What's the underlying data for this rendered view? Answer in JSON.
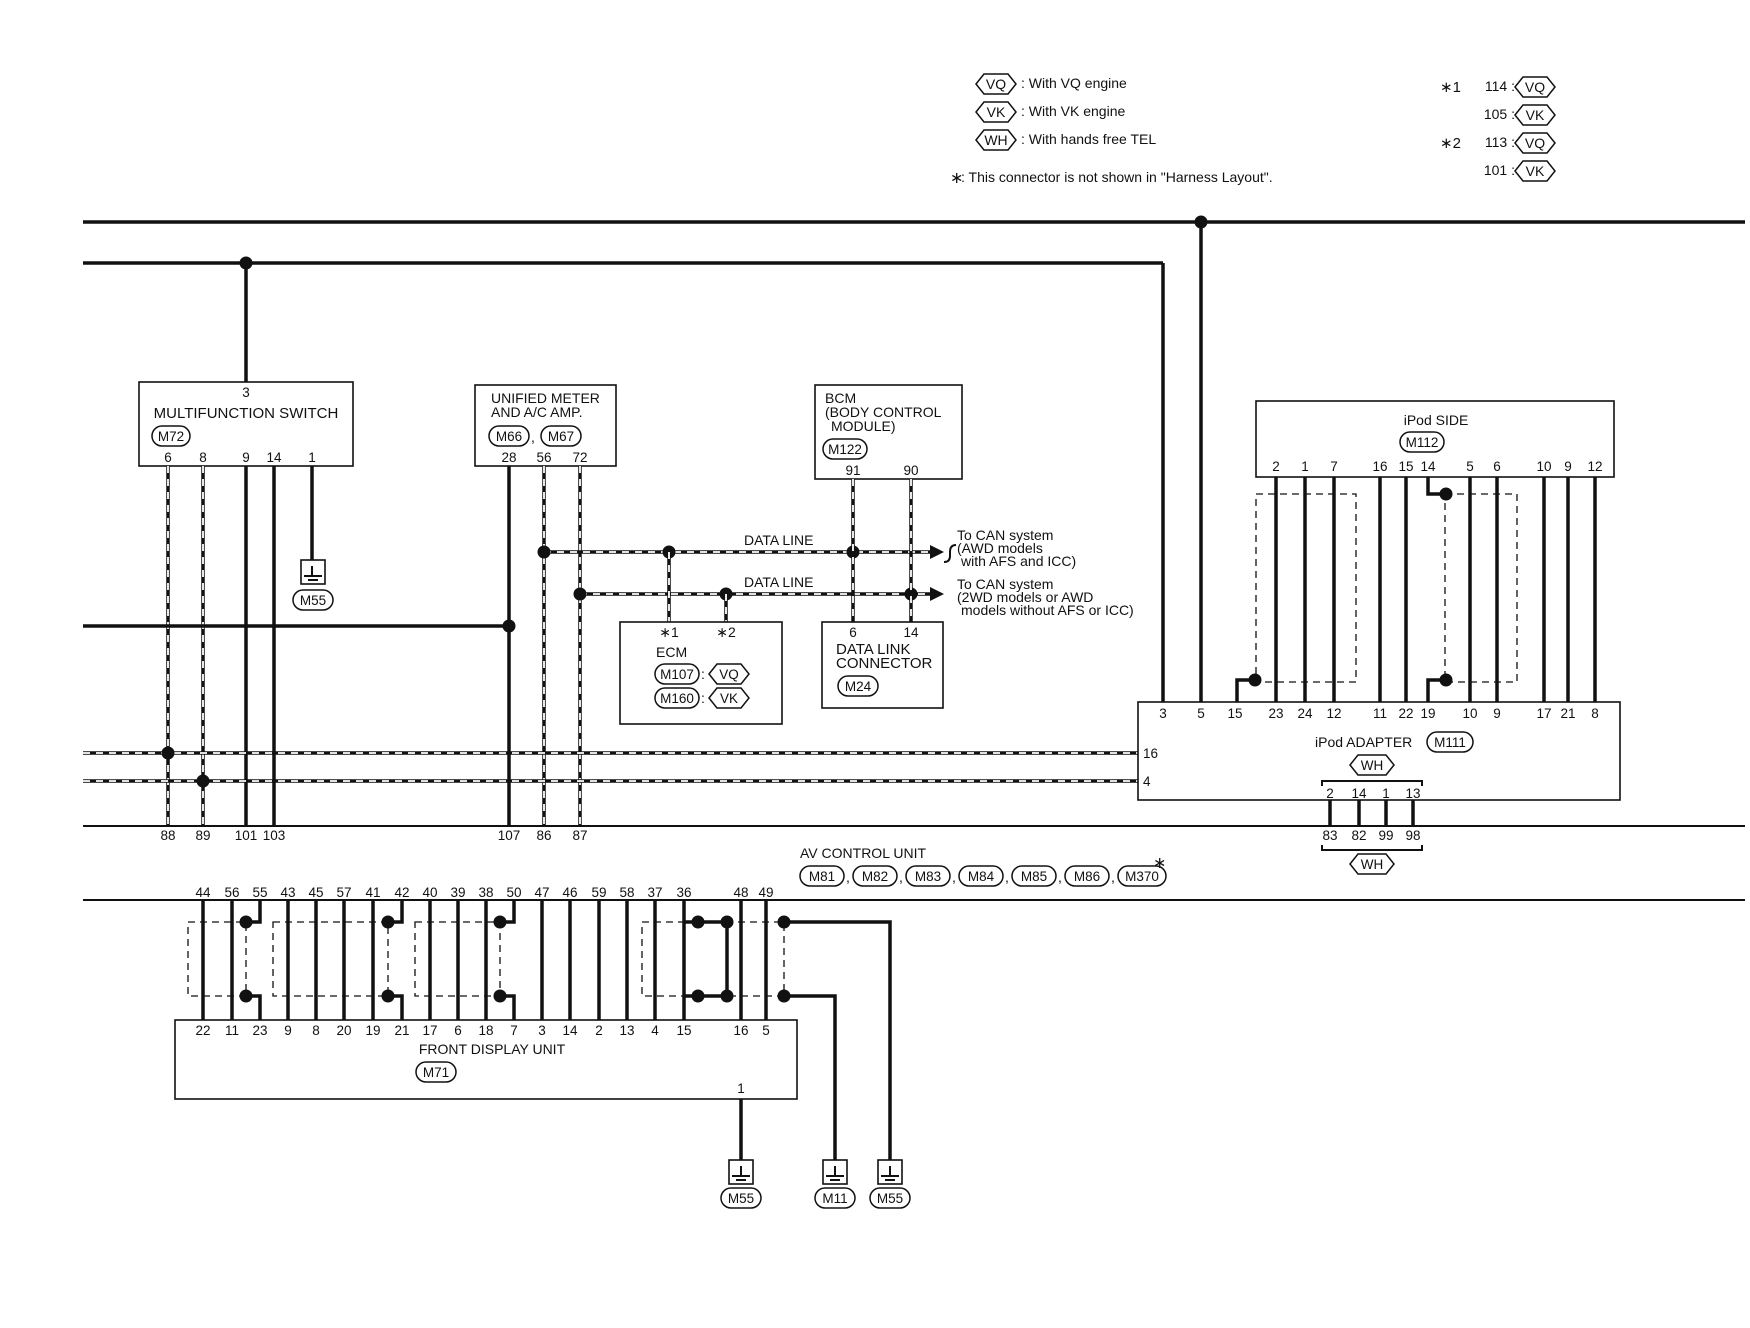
{
  "legend": {
    "items": [
      {
        "code": "VQ",
        "text": ": With VQ engine"
      },
      {
        "code": "VK",
        "text": ": With VK engine"
      },
      {
        "code": "WH",
        "text": ": With hands free TEL"
      }
    ],
    "note_star": "∗",
    "note": ": This connector is not shown in \"Harness Layout\".",
    "footnotes": [
      {
        "mark": "∗1",
        "value": "114 :",
        "code": "VQ"
      },
      {
        "mark": "",
        "value": "105 :",
        "code": "VK"
      },
      {
        "mark": "∗2",
        "value": "113 :",
        "code": "VQ"
      },
      {
        "mark": "",
        "value": "101 :",
        "code": "VK"
      }
    ]
  },
  "multifunction_switch": {
    "name": "MULTIFUNCTION SWITCH",
    "connector": "M72",
    "top_pin": "3",
    "pins": [
      "6",
      "8",
      "9",
      "14",
      "1"
    ]
  },
  "ground_m55_a": "M55",
  "unified_meter": {
    "name_line1": "UNIFIED METER",
    "name_line2": "AND A/C AMP.",
    "connector1": "M66",
    "sep": ",",
    "connector2": "M67",
    "pins": [
      "28",
      "56",
      "72"
    ]
  },
  "bcm": {
    "name_line1": "BCM",
    "name_line2": "(BODY CONTROL",
    "name_line3": "MODULE)",
    "connector": "M122",
    "pins": [
      "91",
      "90"
    ]
  },
  "data_line_1": "DATA LINE",
  "data_line_2": "DATA LINE",
  "can_note_1": [
    "To CAN system",
    "(AWD models",
    "with AFS and ICC)"
  ],
  "can_note_2": [
    "To CAN system",
    "(2WD models or AWD",
    "models without AFS or ICC)"
  ],
  "ecm": {
    "name": "ECM",
    "pin1": "∗1",
    "pin2": "∗2",
    "conn1": "M107",
    "conn1_code": "VQ",
    "conn2": "M160",
    "conn2_code": "VK",
    "colon": ":"
  },
  "data_link_connector": {
    "name_line1": "DATA LINK",
    "name_line2": "CONNECTOR",
    "connector": "M24",
    "pins": [
      "6",
      "14"
    ]
  },
  "ipod_side": {
    "name": "iPod SIDE",
    "connector": "M112",
    "pins": [
      "2",
      "1",
      "7",
      "16",
      "15",
      "14",
      "5",
      "6",
      "10",
      "9",
      "12"
    ]
  },
  "ipod_adapter": {
    "name": "iPod ADAPTER",
    "connector": "M111",
    "code": "WH",
    "top_pins": [
      "3",
      "5",
      "15",
      "23",
      "24",
      "12",
      "11",
      "22",
      "19",
      "10",
      "9",
      "17",
      "21",
      "8"
    ],
    "side_pins": [
      "16",
      "4"
    ],
    "bottom_pins": [
      "2",
      "14",
      "1",
      "13"
    ]
  },
  "av_control_unit": {
    "name": "AV CONTROL UNIT",
    "connectors": [
      "M81",
      "M82",
      "M83",
      "M84",
      "M85",
      "M86",
      "M370"
    ],
    "sep": ",",
    "star": "∗",
    "upper_pins": [
      "88",
      "89",
      "101",
      "103",
      "107",
      "86",
      "87"
    ],
    "wh_pins": [
      "83",
      "82",
      "99",
      "98"
    ],
    "wh_code": "WH",
    "lower_pins": [
      "44",
      "56",
      "55",
      "43",
      "45",
      "57",
      "41",
      "42",
      "40",
      "39",
      "38",
      "50",
      "47",
      "46",
      "59",
      "58",
      "37",
      "36",
      "48",
      "49"
    ]
  },
  "front_display_unit": {
    "name": "FRONT DISPLAY UNIT",
    "connector": "M71",
    "pins": [
      "22",
      "11",
      "23",
      "9",
      "8",
      "20",
      "19",
      "21",
      "17",
      "6",
      "18",
      "7",
      "3",
      "14",
      "2",
      "13",
      "4",
      "15",
      "16",
      "5"
    ],
    "ground_pin": "1"
  },
  "grounds_bottom": [
    "M55",
    "M11",
    "M55"
  ]
}
